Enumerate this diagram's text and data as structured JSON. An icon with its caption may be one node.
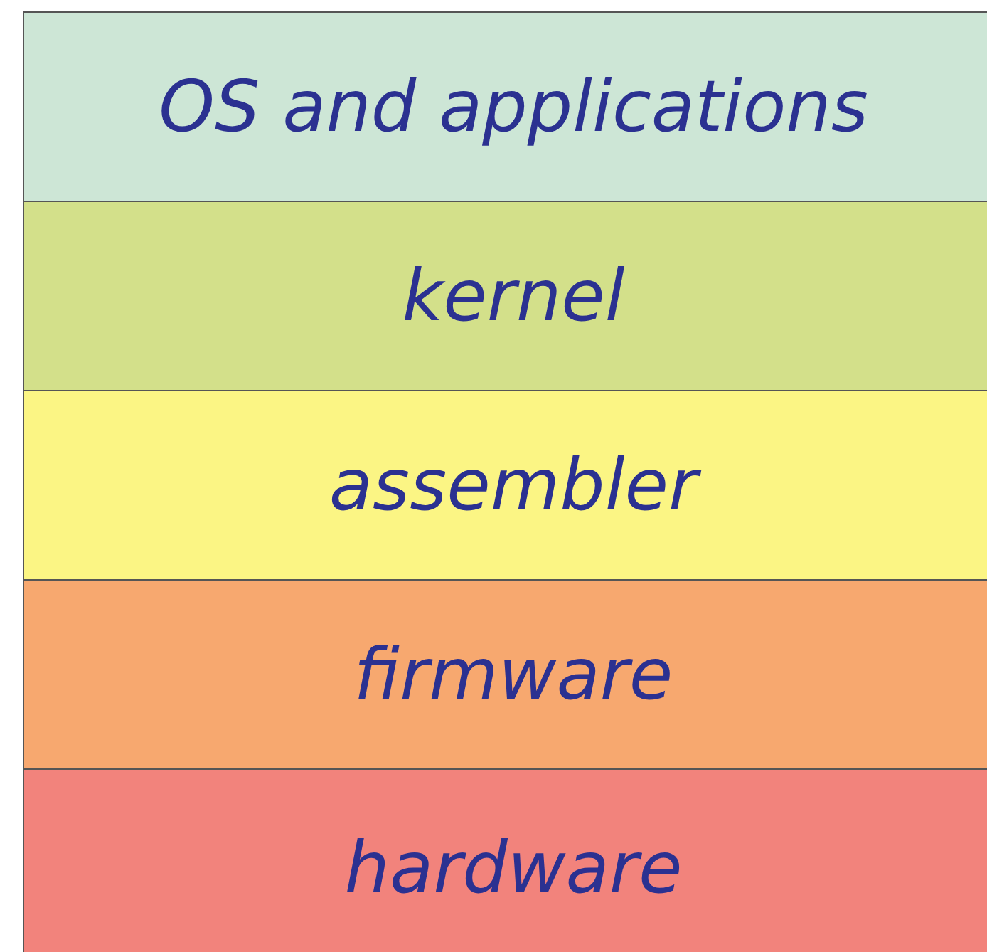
{
  "diagram": {
    "nodes": [
      {
        "text": [
          "OS and applications"
        ]
      },
      {
        "text": [
          "kernel"
        ]
      },
      {
        "text": [
          "assembler"
        ]
      },
      {
        "text": [
          "firmware"
        ]
      },
      {
        "text": [
          "hardware"
        ]
      }
    ]
  }
}
